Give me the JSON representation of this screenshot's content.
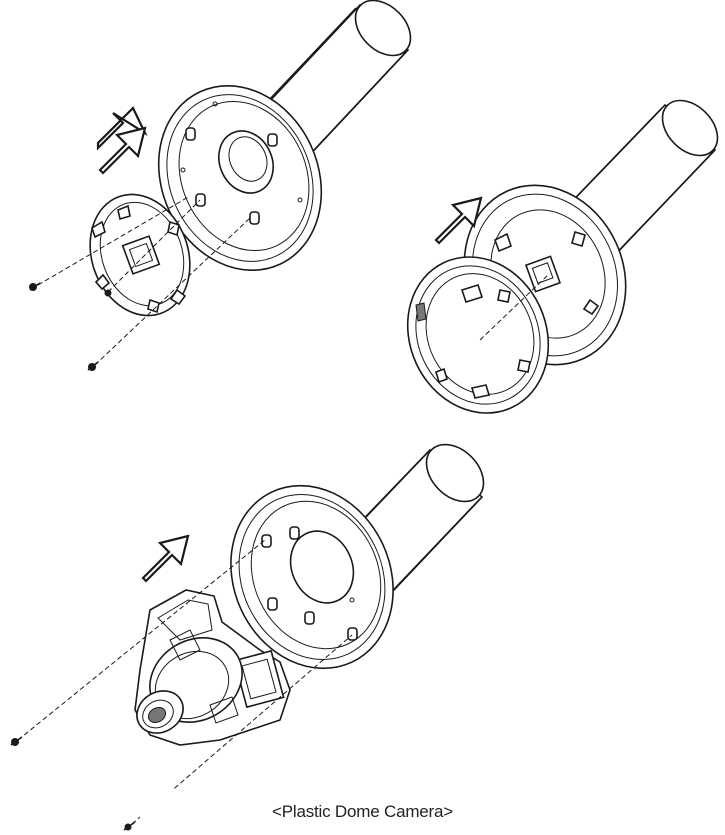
{
  "caption": "<Plastic Dome Camera>",
  "steps": [
    {
      "id": 1,
      "arrow": "arrow-right-up"
    },
    {
      "id": 2,
      "arrow": "arrow-right-up"
    },
    {
      "id": 3,
      "arrow": "arrow-right-up"
    }
  ]
}
